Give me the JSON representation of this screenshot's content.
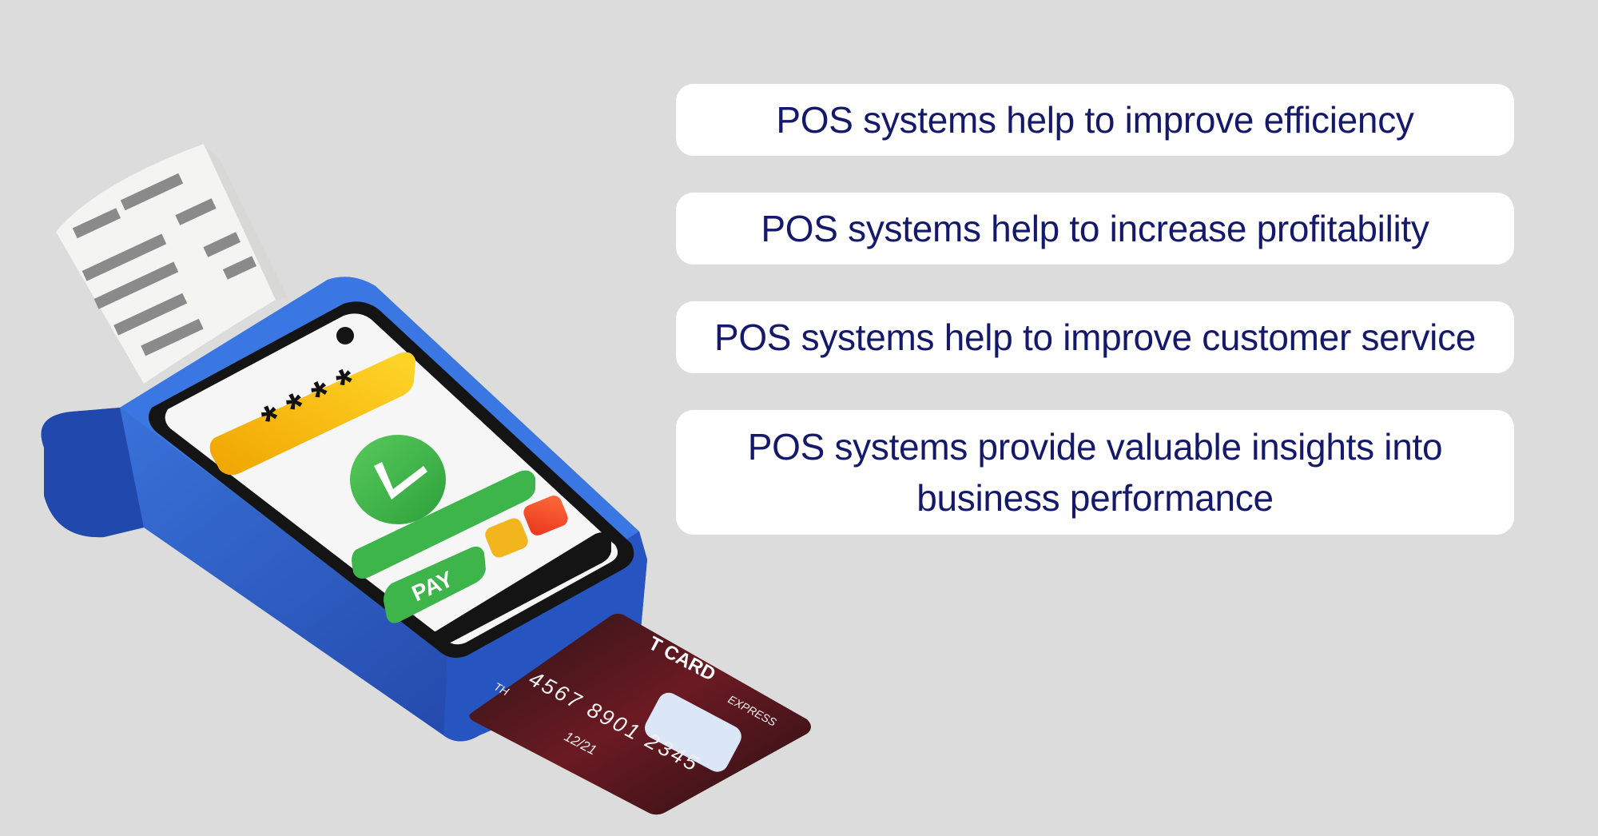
{
  "benefits": [
    {
      "text": "POS systems help to improve efficiency"
    },
    {
      "text": "POS systems help to increase profitability"
    },
    {
      "text": "POS systems help to improve customer service"
    },
    {
      "text": "POS systems provide valuable insights into business performance"
    }
  ],
  "terminal": {
    "pin_mask": "* * * *",
    "pay_label": "PAY"
  },
  "card": {
    "title": "T CARD",
    "number": "4567 8901 2345",
    "expiry": "12/21",
    "brand": "EXPRESS",
    "holder_fragment": "TH"
  },
  "colors": {
    "background": "#dcdcdc",
    "text": "#15196b",
    "terminal_blue": "#2f5fd0",
    "success_green": "#3db54a",
    "pin_yellow": "#f5b400"
  },
  "icons": {
    "check": "check-icon",
    "receipt": "receipt-icon"
  }
}
